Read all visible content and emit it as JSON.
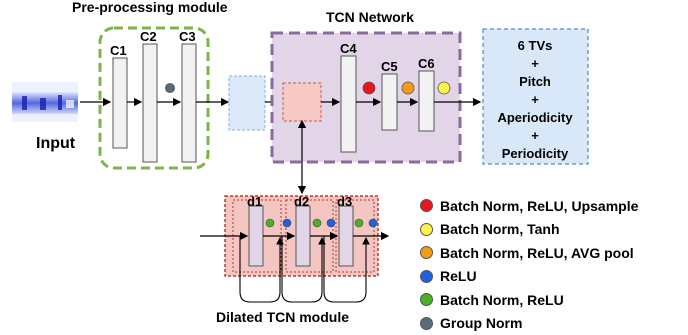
{
  "modules": {
    "preprocessing_title": "Pre-processing module",
    "tcn_title": "TCN Network",
    "dilated_title": "Dilated TCN module",
    "input_label": "Input"
  },
  "blocks": {
    "c1": "C1",
    "c2": "C2",
    "c3": "C3",
    "c4": "C4",
    "c5": "C5",
    "c6": "C6",
    "d1": "d1",
    "d2": "d2",
    "d3": "d3"
  },
  "output_box": {
    "lines": [
      "6 TVs",
      "+",
      "Pitch",
      "+",
      "Aperiodicity",
      "+",
      "Periodicity"
    ]
  },
  "legend": [
    {
      "label": "Batch Norm, ReLU, Upsample",
      "color": "#e8161a"
    },
    {
      "label": "Batch Norm, Tanh",
      "color": "#fff24a"
    },
    {
      "label": "Batch Norm, ReLU, AVG pool",
      "color": "#f39c12"
    },
    {
      "label": "ReLU",
      "color": "#1f5fe0"
    },
    {
      "label": "Batch Norm, ReLU",
      "color": "#4caf28"
    },
    {
      "label": "Group Norm",
      "color": "#5a6b7a"
    }
  ],
  "colors": {
    "preproc_border": "#7ab648",
    "tcn_fill": "#e3d5e8",
    "tcn_border": "#8c6a9c",
    "dilated_fill": "#f4c6c1",
    "dilated_border": "#b8382f",
    "output_fill": "#d9e8f8",
    "output_border": "#6d9ed6"
  }
}
